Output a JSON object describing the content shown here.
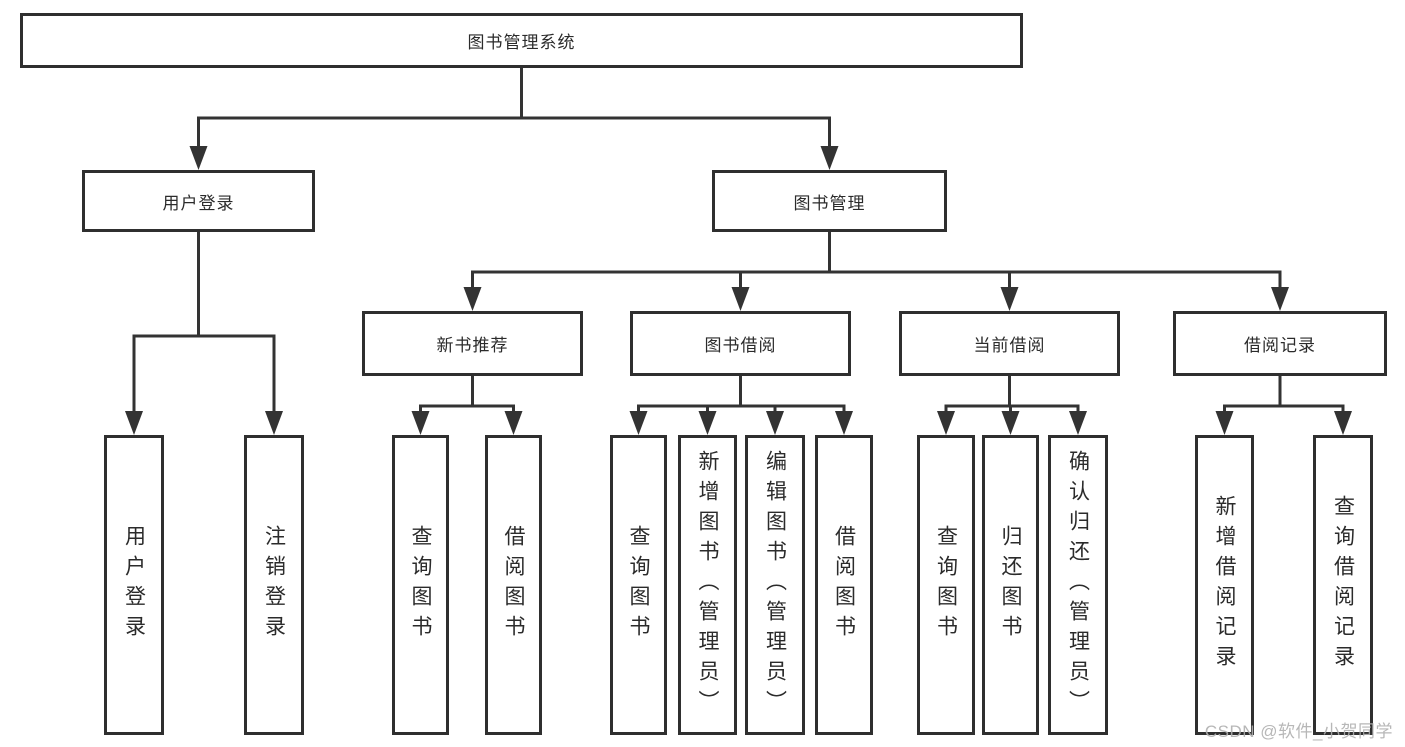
{
  "diagram": {
    "type": "function-structure-tree",
    "root": {
      "label": "图书管理系统",
      "children": [
        {
          "label": "用户登录",
          "children": [
            {
              "label": "用户登录"
            },
            {
              "label": "注销登录"
            }
          ]
        },
        {
          "label": "图书管理",
          "children": [
            {
              "label": "新书推荐",
              "children": [
                {
                  "label": "查询图书"
                },
                {
                  "label": "借阅图书"
                }
              ]
            },
            {
              "label": "图书借阅",
              "children": [
                {
                  "label": "查询图书"
                },
                {
                  "label": "新增图书（管理员）"
                },
                {
                  "label": "编辑图书（管理员）"
                },
                {
                  "label": "借阅图书"
                }
              ]
            },
            {
              "label": "当前借阅",
              "children": [
                {
                  "label": "查询图书"
                },
                {
                  "label": "归还图书"
                },
                {
                  "label": "确认归还（管理员）"
                }
              ]
            },
            {
              "label": "借阅记录",
              "children": [
                {
                  "label": "新增借阅记录"
                },
                {
                  "label": "查询借阅记录"
                }
              ]
            }
          ]
        }
      ]
    }
  },
  "watermark": {
    "text": "CSDN @软件_小贺同学"
  },
  "colors": {
    "line": "#333333",
    "box_border": "#2f2f2f",
    "text": "#2b2b2b",
    "watermark": "#afafaf",
    "background": "#ffffff"
  }
}
